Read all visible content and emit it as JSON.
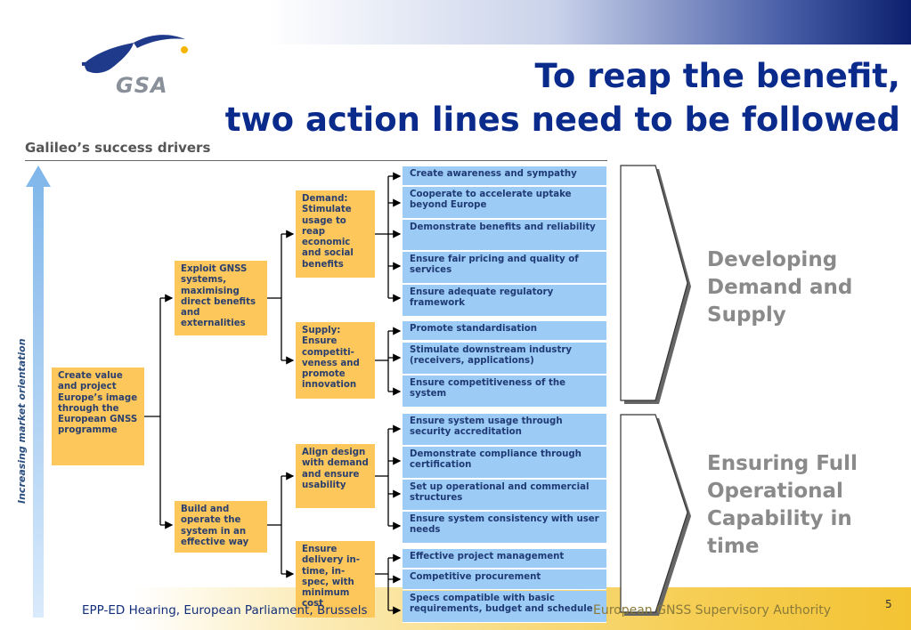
{
  "logo": {
    "text": "GSA"
  },
  "title": {
    "line1": "To reap the benefit,",
    "line2": "two action lines need to be followed"
  },
  "subtitle": "Galileo’s success drivers",
  "vertical_axis_label": "Increasing market orientation",
  "root": "Create value and project Europe’s image through the European GNSS programme",
  "level1": [
    "Exploit GNSS systems, maximising direct benefits and externalities",
    "Build and operate the system in an effective way"
  ],
  "level2": [
    "Demand: Stimulate usage to reap economic and social benefits",
    "Supply: Ensure competiti-veness and promote innovation",
    "Align design with demand and ensure usability",
    "Ensure delivery in-time, in-spec, with minimum cost"
  ],
  "actions": [
    "Create awareness and sympathy",
    "Cooperate to accelerate uptake beyond Europe",
    "Demonstrate benefits and reliability",
    "Ensure fair pricing and  quality of services",
    "Ensure adequate regulatory framework",
    "Promote standardisation",
    "Stimulate downstream industry (receivers, applications)",
    "Ensure competitiveness of the system",
    "Ensure system usage through security accreditation",
    "Demonstrate compliance through certification",
    "Set up operational and commercial structures",
    "Ensure system consistency with user needs",
    "Effective project management",
    "Competitive procurement",
    "Specs compatible with basic requirements, budget and schedule"
  ],
  "outcomes": {
    "top": "Developing Demand and Supply",
    "bottom": "Ensuring Full Operational Capability in time"
  },
  "footer": {
    "left": "EPP-ED Hearing, European Parliament, Brussels",
    "right": "European GNSS Supervisory Authority",
    "page": "5"
  },
  "colors": {
    "title": "#0a2a8c",
    "orange_box": "#fdc75b",
    "blue_box": "#9ccbf5",
    "outcome_text": "#8a8a8a"
  }
}
